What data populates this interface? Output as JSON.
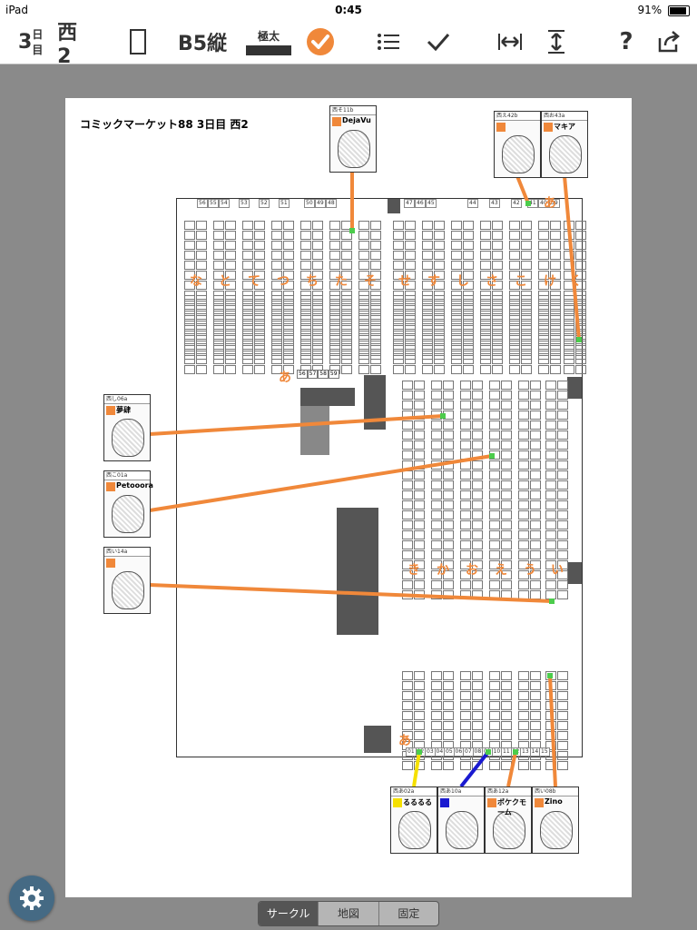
{
  "status": {
    "device": "iPad",
    "time": "0:45",
    "battery": "91%"
  },
  "toolbar": {
    "day_prefix": "3",
    "day_unit": "日目",
    "hall": "西2",
    "paper_size": "B5縦",
    "pen_label": "極太",
    "help": "?"
  },
  "page": {
    "title": "コミックマーケット88 3日目 西2"
  },
  "map": {
    "top_row_numbers": [
      "56",
      "55",
      "54",
      "53",
      "52",
      "51",
      "50",
      "49",
      "48",
      "47",
      "46",
      "45",
      "44",
      "43",
      "42",
      "41",
      "40",
      "39"
    ],
    "upper_letters": [
      "な",
      "と",
      "て",
      "つ",
      "ち",
      "た",
      "そ",
      "せ",
      "す",
      "し",
      "さ",
      "こ",
      "け",
      "く"
    ],
    "lower_letters": [
      "き",
      "か",
      "お",
      "え",
      "う",
      "い"
    ],
    "wall_label_upper": "あ",
    "wall_label_mid": "あ",
    "wall_label_lower": "あ",
    "bottom_row_numbers": [
      "01",
      "02",
      "03",
      "04",
      "05",
      "06",
      "07",
      "08",
      "09",
      "10",
      "11",
      "12",
      "13",
      "14",
      "15"
    ],
    "small_box_numbers": [
      "56",
      "57",
      "58",
      "59"
    ]
  },
  "circles": [
    {
      "id": "c1",
      "header": "西そ11b",
      "name": "DejaVu",
      "mark_color": "#f0883a"
    },
    {
      "id": "c2",
      "header": "西え42b",
      "name": "",
      "mark_color": "#f0883a"
    },
    {
      "id": "c3",
      "header": "西お43a",
      "name": "マキア",
      "mark_color": "#f0883a"
    },
    {
      "id": "c4",
      "header": "西し06a",
      "name": "夢肆",
      "mark_color": "#f0883a"
    },
    {
      "id": "c5",
      "header": "西こ01a",
      "name": "Petooora",
      "mark_color": "#f0883a"
    },
    {
      "id": "c6",
      "header": "西い14a",
      "name": "",
      "mark_color": "#f0883a"
    },
    {
      "id": "c7",
      "header": "西あ02a",
      "name": "るるるる",
      "mark_color": "#f5e000"
    },
    {
      "id": "c8",
      "header": "西あ10a",
      "name": "",
      "mark_color": "#1a1ad0"
    },
    {
      "id": "c9",
      "header": "西あ12a",
      "name": "ポケクモーム",
      "mark_color": "#f0883a"
    },
    {
      "id": "c10",
      "header": "西い08b",
      "name": "Zino",
      "mark_color": "#f0883a"
    }
  ],
  "segments": [
    "サークル",
    "地図",
    "固定"
  ],
  "active_segment": "サークル",
  "colors": {
    "accent": "#f0883a",
    "toolbar_icon": "#333333",
    "settings_button": "#456a84",
    "yellow_link": "#f5e000",
    "blue_link": "#1a1ad0"
  }
}
